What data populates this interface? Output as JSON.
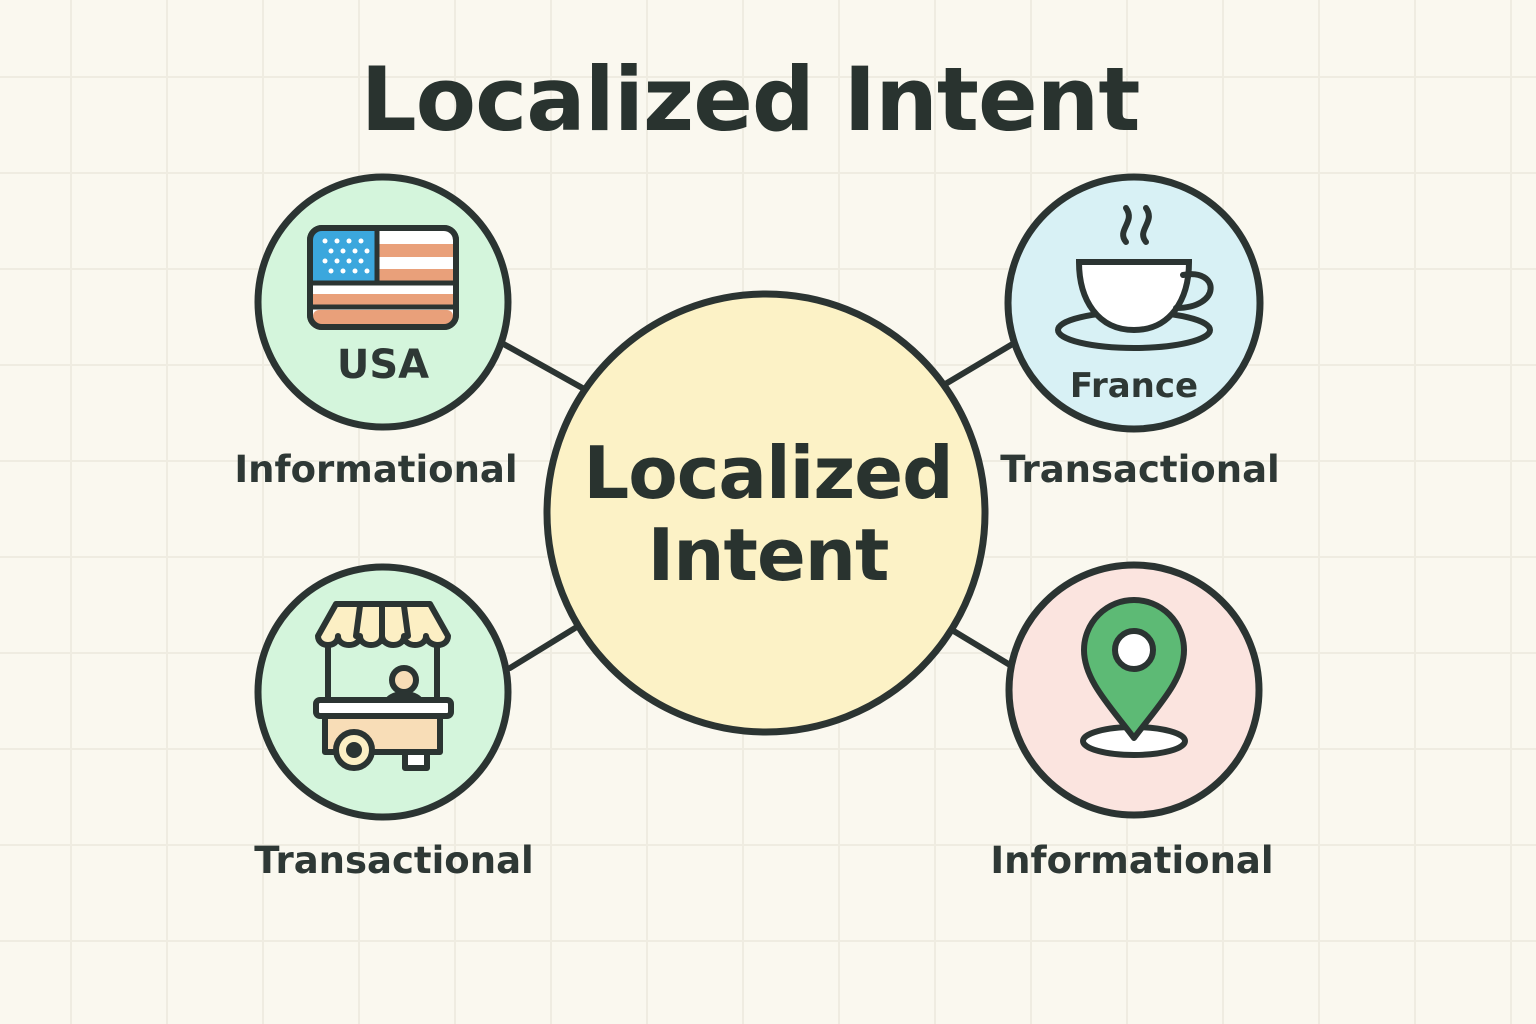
{
  "title": "Localized Intent",
  "center": {
    "line1": "Localized",
    "line2": "Intent"
  },
  "nodes": [
    {
      "id": "usa",
      "badge": "USA",
      "caption": "Informational",
      "icon": "us-flag-icon",
      "fill": "#d4f5dc"
    },
    {
      "id": "france",
      "badge": "France",
      "caption": "Transactional",
      "icon": "coffee-cup-icon",
      "fill": "#d8f1f5"
    },
    {
      "id": "food-cart",
      "badge": "",
      "caption": "Transactional",
      "icon": "food-cart-icon",
      "fill": "#d4f5dc"
    },
    {
      "id": "location",
      "badge": "",
      "caption": "Informational",
      "icon": "map-pin-icon",
      "fill": "#fbe4df"
    }
  ],
  "colors": {
    "center_fill": "#fcf2c6",
    "stroke": "#2b3432",
    "flag_blue": "#3ba7dd",
    "flag_stripe": "#e9a07a",
    "pin_green": "#5dba75",
    "awning": "#fcefc4",
    "cart_body": "#f8ddb7"
  }
}
